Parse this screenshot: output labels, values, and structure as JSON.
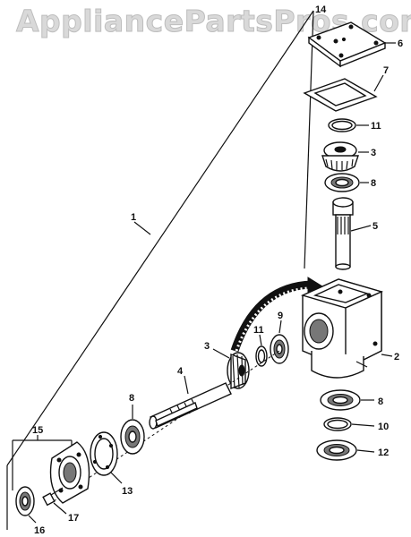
{
  "watermark": "AppliancePartsPros.com",
  "callouts": {
    "n1": "1",
    "n2": "2",
    "n3a": "3",
    "n3b": "3",
    "n4": "4",
    "n5": "5",
    "n6": "6",
    "n7": "7",
    "n8a": "8",
    "n8b": "8",
    "n8c": "8",
    "n9": "9",
    "n10": "10",
    "n11a": "11",
    "n11b": "11",
    "n12": "12",
    "n13": "13",
    "n14": "14",
    "n15": "15",
    "n16": "16",
    "n17": "17"
  }
}
